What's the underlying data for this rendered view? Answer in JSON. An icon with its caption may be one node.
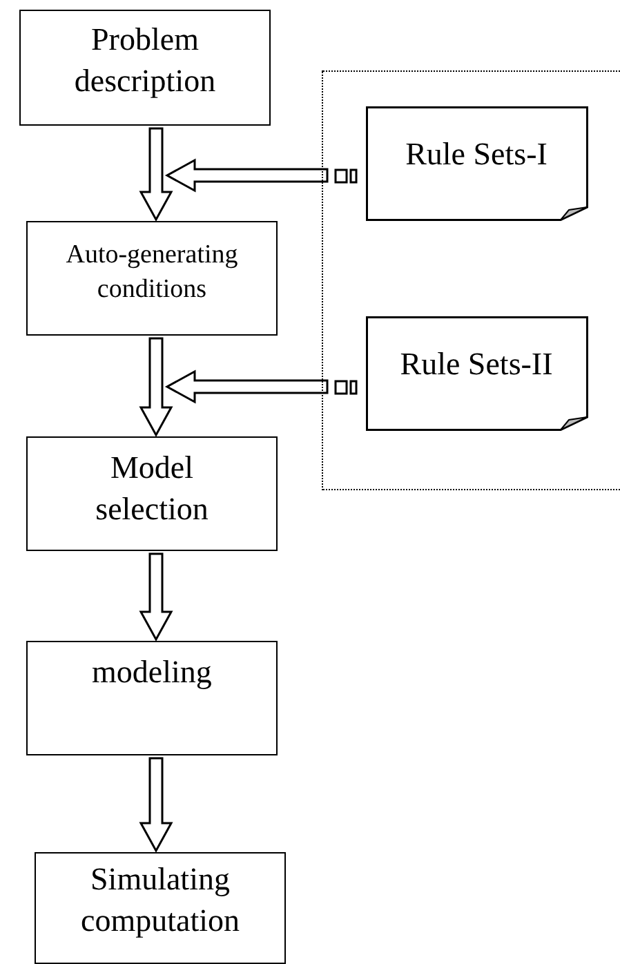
{
  "diagram": {
    "nodes": [
      {
        "text": [
          "Problem description"
        ]
      },
      {
        "text": [
          "Auto-generating conditions"
        ]
      },
      {
        "text": [
          "Model selection"
        ]
      },
      {
        "text": [
          "modeling"
        ]
      },
      {
        "text": [
          "Simulating computation"
        ]
      },
      {
        "text": [],
        "shape": "box"
      },
      {
        "text": [
          "Rule Sets-I"
        ],
        "in": 5
      },
      {
        "text": [
          "Rule Sets-II"
        ],
        "in": 5
      }
    ],
    "edges": [
      {
        "from": 0,
        "to": 1,
        "arrow": "to"
      },
      {
        "from": 1,
        "to": 2,
        "arrow": "to"
      },
      {
        "from": 2,
        "to": 3,
        "arrow": "to"
      },
      {
        "from": 3,
        "to": 4,
        "arrow": "to"
      },
      {
        "from": 6,
        "to": null,
        "arrow": "to"
      },
      {
        "from": 7,
        "to": null,
        "arrow": "to"
      }
    ]
  }
}
